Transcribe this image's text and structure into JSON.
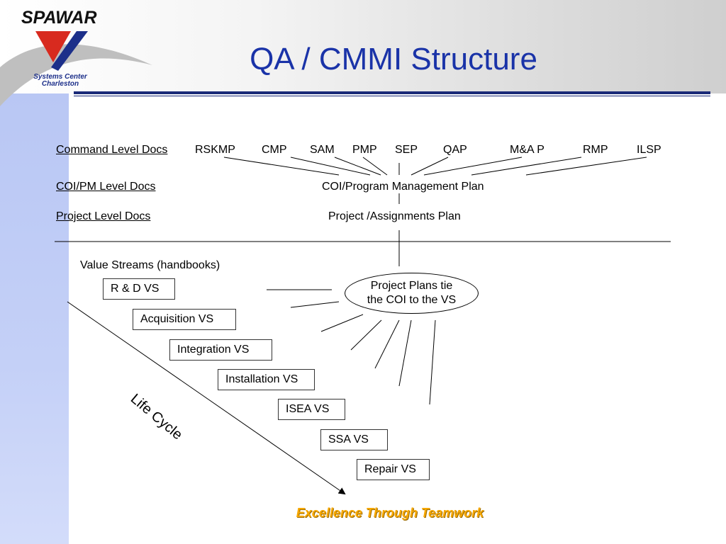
{
  "header": {
    "title": "QA / CMMI Structure",
    "logo": {
      "brand": "SPAWAR",
      "line1": "Systems Center",
      "line2": "Charleston"
    }
  },
  "rows": {
    "command": "Command Level Docs",
    "coi_pm": "COI/PM Level Docs",
    "project": "Project Level Docs"
  },
  "docs": [
    "RSKMP",
    "CMP",
    "SAM",
    "PMP",
    "SEP",
    "QAP",
    "M&A P",
    "RMP",
    "ILSP"
  ],
  "coi_plan": "COI/Program Management Plan",
  "project_plan": "Project /Assignments Plan",
  "value_streams": {
    "heading": "Value Streams (handbooks)",
    "items": [
      "R & D VS",
      "Acquisition VS",
      "Integration VS",
      "Installation VS",
      "ISEA VS",
      "SSA VS",
      "Repair VS"
    ]
  },
  "hub": {
    "line1": "Project Plans tie",
    "line2": "the COI to the VS"
  },
  "lifecycle_label": "Life Cycle",
  "footer": {
    "tagline": "Excellence Through Teamwork"
  },
  "colors": {
    "title": "#1a33a8",
    "rule": "#1a2a78",
    "tagline": "#f7a800",
    "side_band": "#c4d0f7"
  }
}
